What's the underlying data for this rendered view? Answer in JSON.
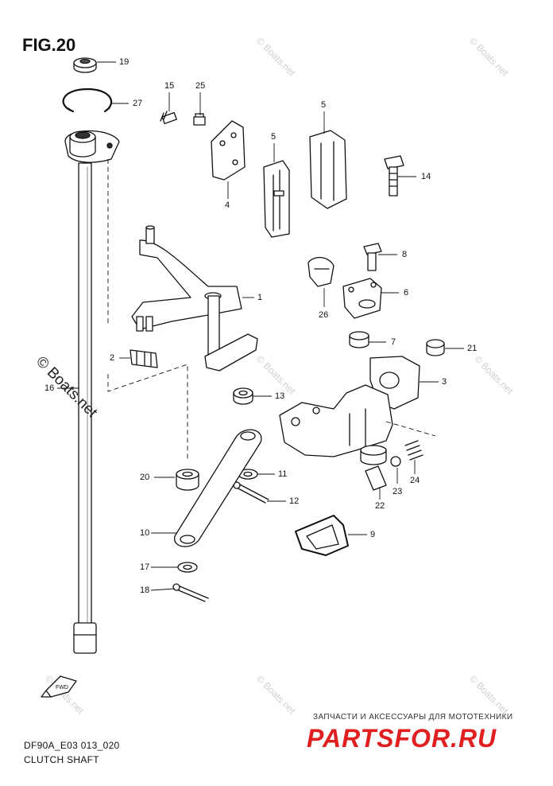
{
  "figure": {
    "title": "FIG.20",
    "code": "DF90A_E03 013_020",
    "name": "CLUTCH SHAFT"
  },
  "callouts": {
    "n1": "1",
    "n2": "2",
    "n3": "3",
    "n4": "4",
    "n5a": "5",
    "n5b": "5",
    "n6": "6",
    "n7": "7",
    "n8": "8",
    "n9": "9",
    "n10": "10",
    "n11": "11",
    "n12": "12",
    "n13": "13",
    "n14": "14",
    "n15": "15",
    "n16": "16",
    "n17": "17",
    "n18": "18",
    "n19": "19",
    "n20": "20",
    "n21": "21",
    "n22": "22",
    "n23": "23",
    "n24": "24",
    "n25": "25",
    "n26": "26",
    "n27": "27"
  },
  "watermarks": {
    "side": "© Boats.net",
    "faint": "© Boats.net"
  },
  "promo": {
    "tagline": "ЗАПЧАСТИ И АКСЕССУАРЫ ДЛЯ МОТОТЕХНИКИ",
    "brand": "PARTSFOR.RU",
    "brand_color": "#e02020"
  },
  "icons": {
    "front_arrow": "front-arrow-icon",
    "fwd_label": "FWD"
  }
}
